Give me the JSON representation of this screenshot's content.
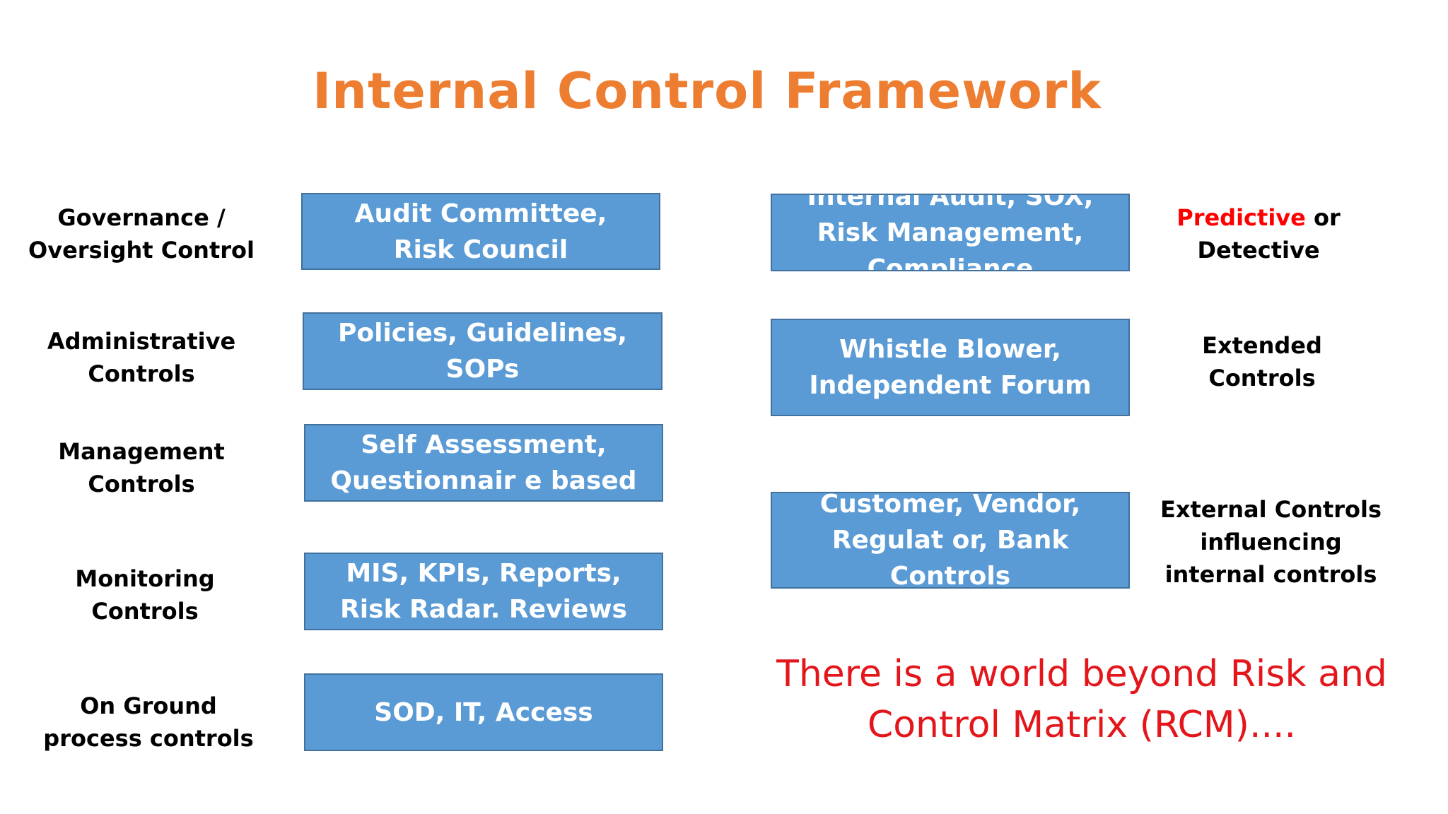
{
  "title": "Internal Control Framework",
  "left": {
    "rows": [
      {
        "label": "Governance / Oversight Control",
        "box": "Audit Committee, Risk Council"
      },
      {
        "label": "Administrative Controls",
        "box": "Policies, Guidelines, SOPs"
      },
      {
        "label": "Management Controls",
        "box": "Self Assessment, Questionnair e based"
      },
      {
        "label": "Monitoring Controls",
        "box": "MIS, KPIs, Reports, Risk Radar. Reviews"
      },
      {
        "label": "On Ground process controls",
        "box": "SOD, IT, Access"
      }
    ]
  },
  "right": {
    "rows": [
      {
        "box": "Internal Audit, SOX, Risk Management, Compliance",
        "label_highlight": "Predictive",
        "label_rest": " or Detective"
      },
      {
        "box": "Whistle Blower, Independent Forum",
        "label": "Extended Controls"
      },
      {
        "box": "Customer, Vendor, Regulat or, Bank Controls",
        "label": "External Controls influencing internal controls"
      }
    ]
  },
  "tagline": "There is a world beyond Risk and Control Matrix (RCM)....",
  "colors": {
    "title": "#ED7D31",
    "box_fill": "#5B9BD5",
    "box_border": "#41719C",
    "highlight": "#FF0000",
    "tagline": "#E3161B"
  }
}
